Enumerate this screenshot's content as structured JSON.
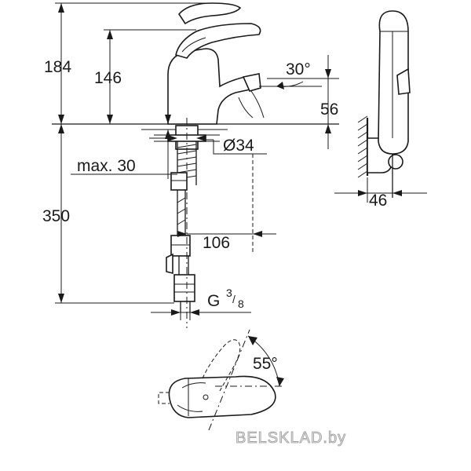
{
  "dimensions": {
    "overall_height": "184",
    "spout_height": "146",
    "spout_angle": "30°",
    "lever_offset": "56",
    "hole_diameter": "Ø34",
    "max_thickness": "max. 30",
    "hose_length": "350",
    "projection": "106",
    "thread": "G",
    "thread_numerator": "3",
    "thread_denominator": "8",
    "handshower_width": "46",
    "lever_rotation": "55°"
  },
  "watermark": "BELSKLAD.by"
}
